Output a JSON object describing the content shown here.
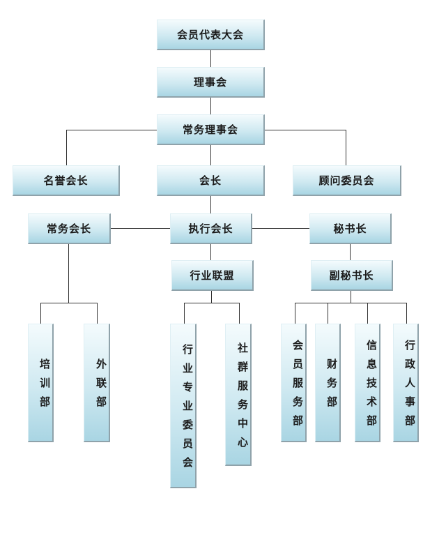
{
  "nodes": {
    "assembly": "会员代表大会",
    "council": "理事会",
    "standing_council": "常务理事会",
    "honorary_president": "名誉会长",
    "president": "会长",
    "advisory_committee": "顾问委员会",
    "standing_vice_president": "常务会长",
    "executive_president": "执行会长",
    "secretary_general": "秘书长",
    "industry_alliance": "行业联盟",
    "deputy_secretary_general": "副秘书长",
    "training_dept": "培训部",
    "external_relations_dept": "外联部",
    "industry_committee": "行业专业委员会",
    "community_center": "社群服务中心",
    "member_services_dept": "会员服务部",
    "finance_dept": "财务部",
    "it_dept": "信息技术部",
    "admin_hr_dept": "行政人事部"
  }
}
